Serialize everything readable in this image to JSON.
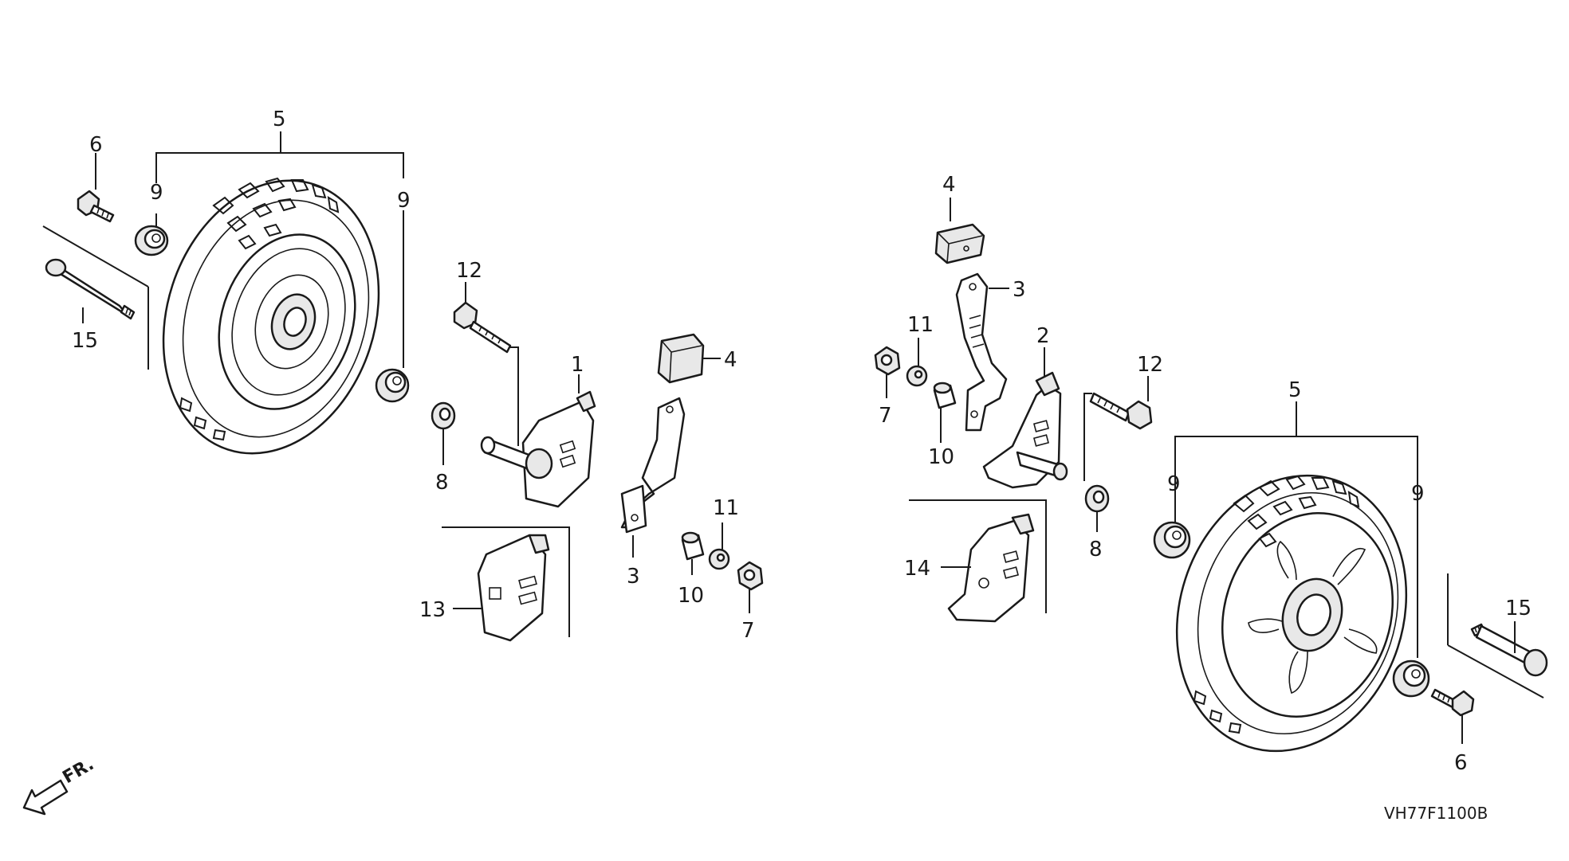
{
  "diagram": {
    "drawing_code": "VH77F1100B",
    "direction_marker": "FR.",
    "callouts": {
      "left_wheel": "5",
      "left_wheel_bushing_a": "9",
      "left_wheel_bushing_b": "9",
      "left_bolt": "6",
      "left_axle": "15",
      "left_bracket": "1",
      "left_bracket_bolt": "12",
      "left_washer": "8",
      "left_lever": "3",
      "left_knob": "4",
      "left_collar": "10",
      "left_spring_washer": "11",
      "left_nut": "7",
      "left_plate": "13",
      "right_knob": "4",
      "right_lever": "3",
      "right_spring_washer": "11",
      "right_nut": "7",
      "right_collar": "10",
      "right_bracket": "2",
      "right_bracket_bolt": "12",
      "right_washer": "8",
      "right_plate": "14",
      "right_wheel": "5",
      "right_wheel_bushing_a": "9",
      "right_wheel_bushing_b": "9",
      "right_axle": "15",
      "right_bolt": "6"
    }
  }
}
